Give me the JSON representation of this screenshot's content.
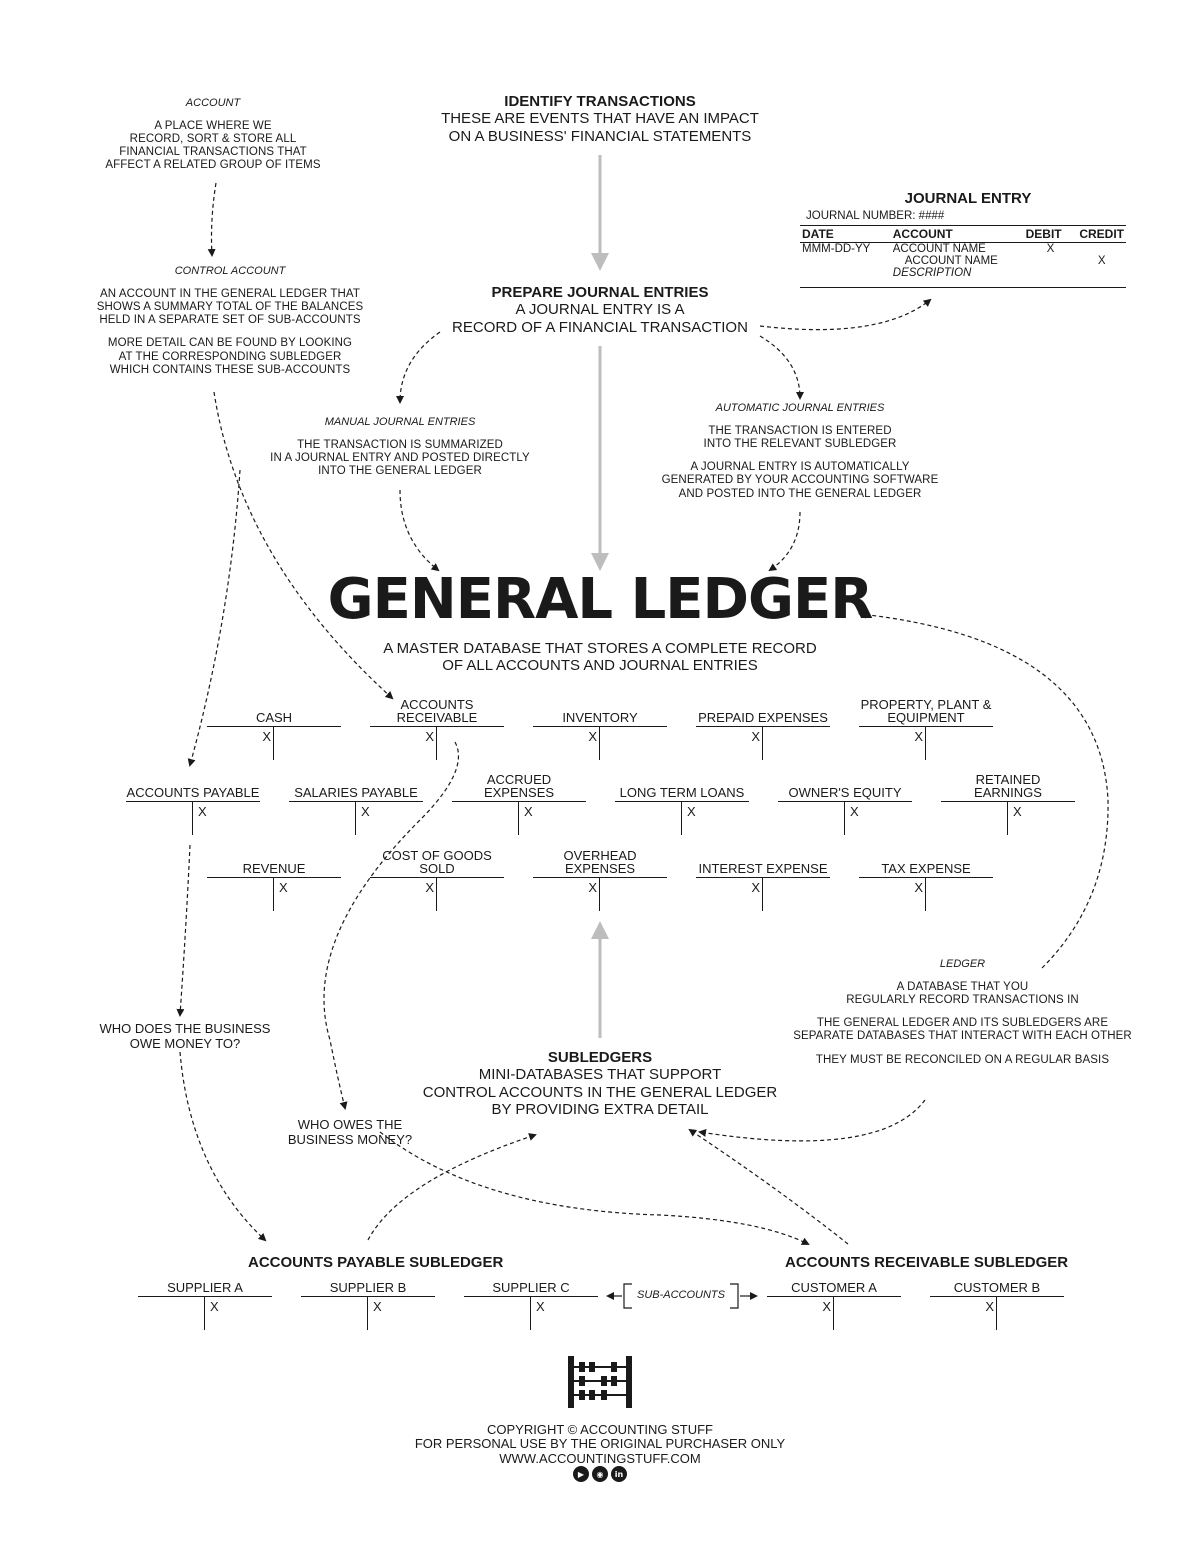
{
  "top": {
    "title": "IDENTIFY TRANSACTIONS",
    "lines": [
      "THESE ARE EVENTS THAT HAVE AN IMPACT",
      "ON A BUSINESS' FINANCIAL STATEMENTS"
    ]
  },
  "account_def": {
    "label": "ACCOUNT",
    "lines": [
      "A PLACE WHERE WE",
      "RECORD, SORT & STORE ALL",
      "FINANCIAL TRANSACTIONS THAT",
      "AFFECT A RELATED GROUP OF ITEMS"
    ]
  },
  "control_account": {
    "label": "CONTROL ACCOUNT",
    "para1": [
      "AN ACCOUNT IN THE GENERAL LEDGER THAT",
      "SHOWS A SUMMARY TOTAL OF THE BALANCES",
      "HELD IN A SEPARATE SET OF SUB-ACCOUNTS"
    ],
    "para2": [
      "MORE DETAIL CAN BE FOUND BY LOOKING",
      "AT THE CORRESPONDING SUBLEDGER",
      "WHICH CONTAINS THESE SUB-ACCOUNTS"
    ]
  },
  "prepare": {
    "title": "PREPARE JOURNAL ENTRIES",
    "lines": [
      "A JOURNAL ENTRY IS A",
      "RECORD OF A FINANCIAL TRANSACTION"
    ]
  },
  "journal_entry": {
    "title": "JOURNAL ENTRY",
    "number": "JOURNAL NUMBER: ####",
    "headers": [
      "DATE",
      "ACCOUNT",
      "DEBIT",
      "CREDIT"
    ],
    "row1": {
      "date": "MMM-DD-YY",
      "account": "ACCOUNT NAME",
      "debit": "X",
      "credit": ""
    },
    "row2": {
      "date": "",
      "account": "ACCOUNT NAME",
      "debit": "",
      "credit": "X"
    },
    "row3": {
      "description": "DESCRIPTION"
    }
  },
  "manual": {
    "label": "MANUAL JOURNAL ENTRIES",
    "lines": [
      "THE TRANSACTION IS SUMMARIZED",
      "IN A JOURNAL ENTRY AND POSTED DIRECTLY",
      "INTO THE GENERAL LEDGER"
    ]
  },
  "automatic": {
    "label": "AUTOMATIC JOURNAL ENTRIES",
    "para1": [
      "THE TRANSACTION IS ENTERED",
      "INTO THE RELEVANT SUBLEDGER"
    ],
    "para2": [
      "A JOURNAL ENTRY IS AUTOMATICALLY",
      "GENERATED BY YOUR ACCOUNTING SOFTWARE",
      "AND POSTED INTO THE GENERAL LEDGER"
    ]
  },
  "general_ledger": {
    "title": "GENERAL LEDGER",
    "lines": [
      "A MASTER DATABASE THAT STORES A COMPLETE RECORD",
      "OF ALL ACCOUNTS AND JOURNAL ENTRIES"
    ]
  },
  "accounts": {
    "row1": [
      {
        "name": "CASH",
        "mark": "X",
        "side": "debit"
      },
      {
        "name": "ACCOUNTS RECEIVABLE",
        "mark": "X",
        "side": "debit"
      },
      {
        "name": "INVENTORY",
        "mark": "X",
        "side": "debit"
      },
      {
        "name": "PREPAID EXPENSES",
        "mark": "X",
        "side": "debit"
      },
      {
        "name": "PROPERTY, PLANT & EQUIPMENT",
        "mark": "X",
        "side": "debit"
      }
    ],
    "row2": [
      {
        "name": "ACCOUNTS PAYABLE",
        "mark": "X",
        "side": "credit"
      },
      {
        "name": "SALARIES PAYABLE",
        "mark": "X",
        "side": "credit"
      },
      {
        "name": "ACCRUED EXPENSES",
        "mark": "X",
        "side": "credit"
      },
      {
        "name": "LONG TERM LOANS",
        "mark": "X",
        "side": "credit"
      },
      {
        "name": "OWNER'S EQUITY",
        "mark": "X",
        "side": "credit"
      },
      {
        "name": "RETAINED EARNINGS",
        "mark": "X",
        "side": "credit"
      }
    ],
    "row3": [
      {
        "name": "REVENUE",
        "mark": "X",
        "side": "credit"
      },
      {
        "name": "COST OF GOODS SOLD",
        "mark": "X",
        "side": "debit"
      },
      {
        "name": "OVERHEAD EXPENSES",
        "mark": "X",
        "side": "debit"
      },
      {
        "name": "INTEREST EXPENSE",
        "mark": "X",
        "side": "debit"
      },
      {
        "name": "TAX EXPENSE",
        "mark": "X",
        "side": "debit"
      }
    ]
  },
  "ledger_def": {
    "label": "LEDGER",
    "para1": [
      "A DATABASE THAT YOU",
      "REGULARLY RECORD TRANSACTIONS IN"
    ],
    "para2": [
      "THE GENERAL LEDGER AND ITS SUBLEDGERS ARE",
      "SEPARATE DATABASES THAT INTERACT WITH EACH OTHER"
    ],
    "para3": [
      "THEY MUST BE RECONCILED ON A REGULAR BASIS"
    ]
  },
  "who_owe": {
    "lines": [
      "WHO DOES THE BUSINESS",
      "OWE MONEY TO?"
    ]
  },
  "who_owes": {
    "lines": [
      "WHO OWES THE",
      "BUSINESS MONEY?"
    ]
  },
  "subledgers": {
    "title": "SUBLEDGERS",
    "lines": [
      "MINI-DATABASES THAT SUPPORT",
      "CONTROL ACCOUNTS IN THE GENERAL LEDGER",
      "BY PROVIDING EXTRA DETAIL"
    ]
  },
  "ap_subledger": {
    "title": "ACCOUNTS PAYABLE SUBLEDGER",
    "accounts": [
      {
        "name": "SUPPLIER A",
        "mark": "X",
        "side": "credit"
      },
      {
        "name": "SUPPLIER B",
        "mark": "X",
        "side": "credit"
      },
      {
        "name": "SUPPLIER C",
        "mark": "X",
        "side": "credit"
      }
    ]
  },
  "ar_subledger": {
    "title": "ACCOUNTS RECEIVABLE SUBLEDGER",
    "accounts": [
      {
        "name": "CUSTOMER A",
        "mark": "X",
        "side": "debit"
      },
      {
        "name": "CUSTOMER B",
        "mark": "X",
        "side": "debit"
      }
    ]
  },
  "sub_accounts_label": "SUB-ACCOUNTS",
  "footer": {
    "lines": [
      "COPYRIGHT © ACCOUNTING STUFF",
      "FOR PERSONAL USE BY THE ORIGINAL PURCHASER ONLY",
      "WWW.ACCOUNTINGSTUFF.COM"
    ],
    "social_icons": [
      "youtube-icon",
      "instagram-icon",
      "linkedin-icon"
    ]
  },
  "colors": {
    "ink": "#1a1a1a",
    "arrow_gray": "#bdbdbd",
    "background": "#ffffff"
  }
}
